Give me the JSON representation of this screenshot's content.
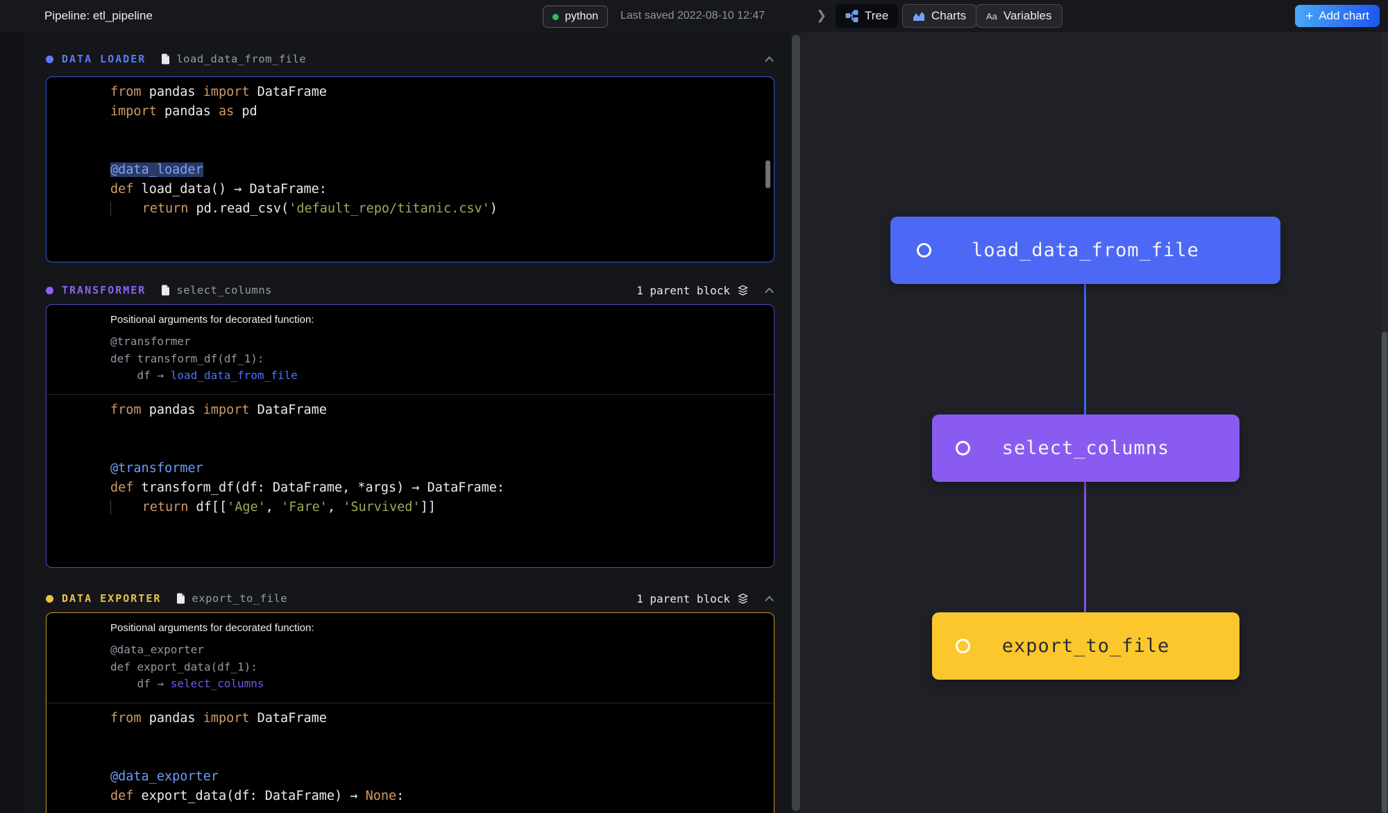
{
  "top_bar": {
    "title": "Pipeline: etl_pipeline",
    "language": "python",
    "last_saved": "Last saved 2022-08-10 12:47"
  },
  "right_header": {
    "tabs": [
      {
        "label": "Tree",
        "icon": "tree-icon",
        "active": true
      },
      {
        "label": "Charts",
        "icon": "chart-icon",
        "active": false
      },
      {
        "label": "Variables",
        "icon": "Aa",
        "active": false
      }
    ],
    "add_chart": "Add chart",
    "plus": "+"
  },
  "colors": {
    "loader_accent": "#5B7BF7",
    "transformer_accent": "#8B63F2",
    "exporter_yellow": "#F0C048",
    "node_blue": "#4C68F4",
    "node_purple": "#8A5BF0",
    "node_yellow": "#FCC72C",
    "status_green": "#2FBE68",
    "keyword_orange": "#D19A66",
    "string_green": "#9FA957",
    "decorator_blue": "#6B9EF8"
  },
  "blocks": [
    {
      "type_label": "DATA LOADER",
      "name": "load_data_from_file",
      "parents_label": "",
      "code": [
        [
          [
            "k",
            "from"
          ],
          [
            "p",
            " pandas "
          ],
          [
            "k",
            "import"
          ],
          [
            "p",
            " DataFrame"
          ]
        ],
        [
          [
            "k",
            "import"
          ],
          [
            "p",
            " pandas "
          ],
          [
            "k",
            "as"
          ],
          [
            "p",
            " pd"
          ]
        ],
        [],
        [],
        [
          [
            "sel",
            "@data_loader"
          ]
        ],
        [
          [
            "k",
            "def"
          ],
          [
            "p",
            " load_data() → DataFrame:"
          ]
        ],
        [
          [
            "g",
            "    "
          ],
          [
            "k",
            "return"
          ],
          [
            "p",
            " pd.read_csv("
          ],
          [
            "s",
            "'default_repo/titanic.csv'"
          ],
          [
            "p",
            ")"
          ]
        ]
      ]
    },
    {
      "type_label": "TRANSFORMER",
      "name": "select_columns",
      "parents_label": "1 parent block",
      "extra": {
        "heading": "Positional arguments for decorated function:",
        "lines": [
          [
            [
              "dim",
              "@transformer"
            ]
          ],
          [
            [
              "dim",
              "def transform_df(df_1):"
            ]
          ],
          [
            [
              "dim",
              "    df → "
            ],
            [
              "lnkb",
              "load_data_from_file"
            ]
          ]
        ]
      },
      "code": [
        [
          [
            "k",
            "from"
          ],
          [
            "p",
            " pandas "
          ],
          [
            "k",
            "import"
          ],
          [
            "p",
            " DataFrame"
          ]
        ],
        [],
        [],
        [
          [
            "d",
            "@transformer"
          ]
        ],
        [
          [
            "k",
            "def"
          ],
          [
            "p",
            " transform_df(df: DataFrame, *args) → DataFrame:"
          ]
        ],
        [
          [
            "g",
            "    "
          ],
          [
            "k",
            "return"
          ],
          [
            "p",
            " df[["
          ],
          [
            "s",
            "'Age'"
          ],
          [
            "p",
            ", "
          ],
          [
            "s",
            "'Fare'"
          ],
          [
            "p",
            ", "
          ],
          [
            "s",
            "'Survived'"
          ],
          [
            "p",
            "]]"
          ]
        ]
      ]
    },
    {
      "type_label": "DATA EXPORTER",
      "name": "export_to_file",
      "parents_label": "1 parent block",
      "extra": {
        "heading": "Positional arguments for decorated function:",
        "lines": [
          [
            [
              "dim",
              "@data_exporter"
            ]
          ],
          [
            [
              "dim",
              "def export_data(df_1):"
            ]
          ],
          [
            [
              "dim",
              "    df → "
            ],
            [
              "lnkp",
              "select_columns"
            ]
          ]
        ]
      },
      "code": [
        [
          [
            "k",
            "from"
          ],
          [
            "p",
            " pandas "
          ],
          [
            "k",
            "import"
          ],
          [
            "p",
            " DataFrame"
          ]
        ],
        [],
        [],
        [
          [
            "d",
            "@data_exporter"
          ]
        ],
        [
          [
            "k",
            "def"
          ],
          [
            "p",
            " export_data(df: DataFrame) → "
          ],
          [
            "k",
            "None"
          ],
          [
            "p",
            ":"
          ]
        ]
      ]
    }
  ],
  "tree": {
    "nodes": [
      {
        "label": "load_data_from_file",
        "color": "#4C68F4"
      },
      {
        "label": "select_columns",
        "color": "#8A5BF0"
      },
      {
        "label": "export_to_file",
        "color": "#FCC72C"
      }
    ]
  }
}
